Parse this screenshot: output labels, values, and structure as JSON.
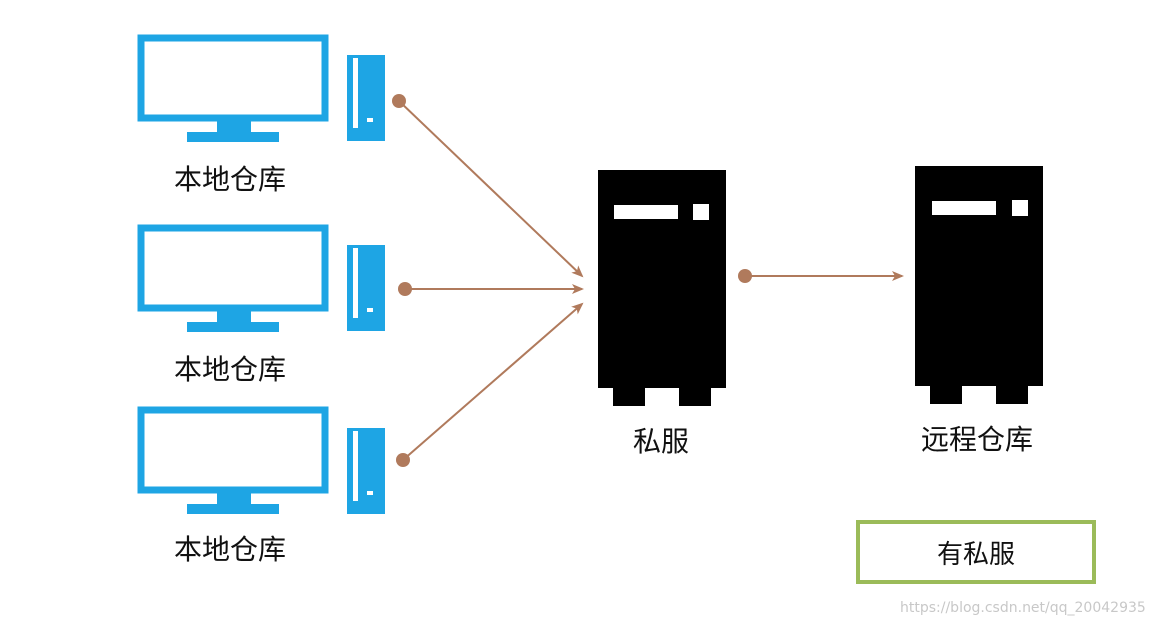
{
  "nodes": {
    "local_label": "本地仓库",
    "private_server_label": "私服",
    "remote_label": "远程仓库"
  },
  "legend": {
    "label": "有私服"
  },
  "watermark": "https://blog.csdn.net/qq_20042935",
  "colors": {
    "monitor": "#1ea5e4",
    "server": "#000000",
    "arrow": "#b07a5c",
    "legend_border": "#9bbb59"
  }
}
